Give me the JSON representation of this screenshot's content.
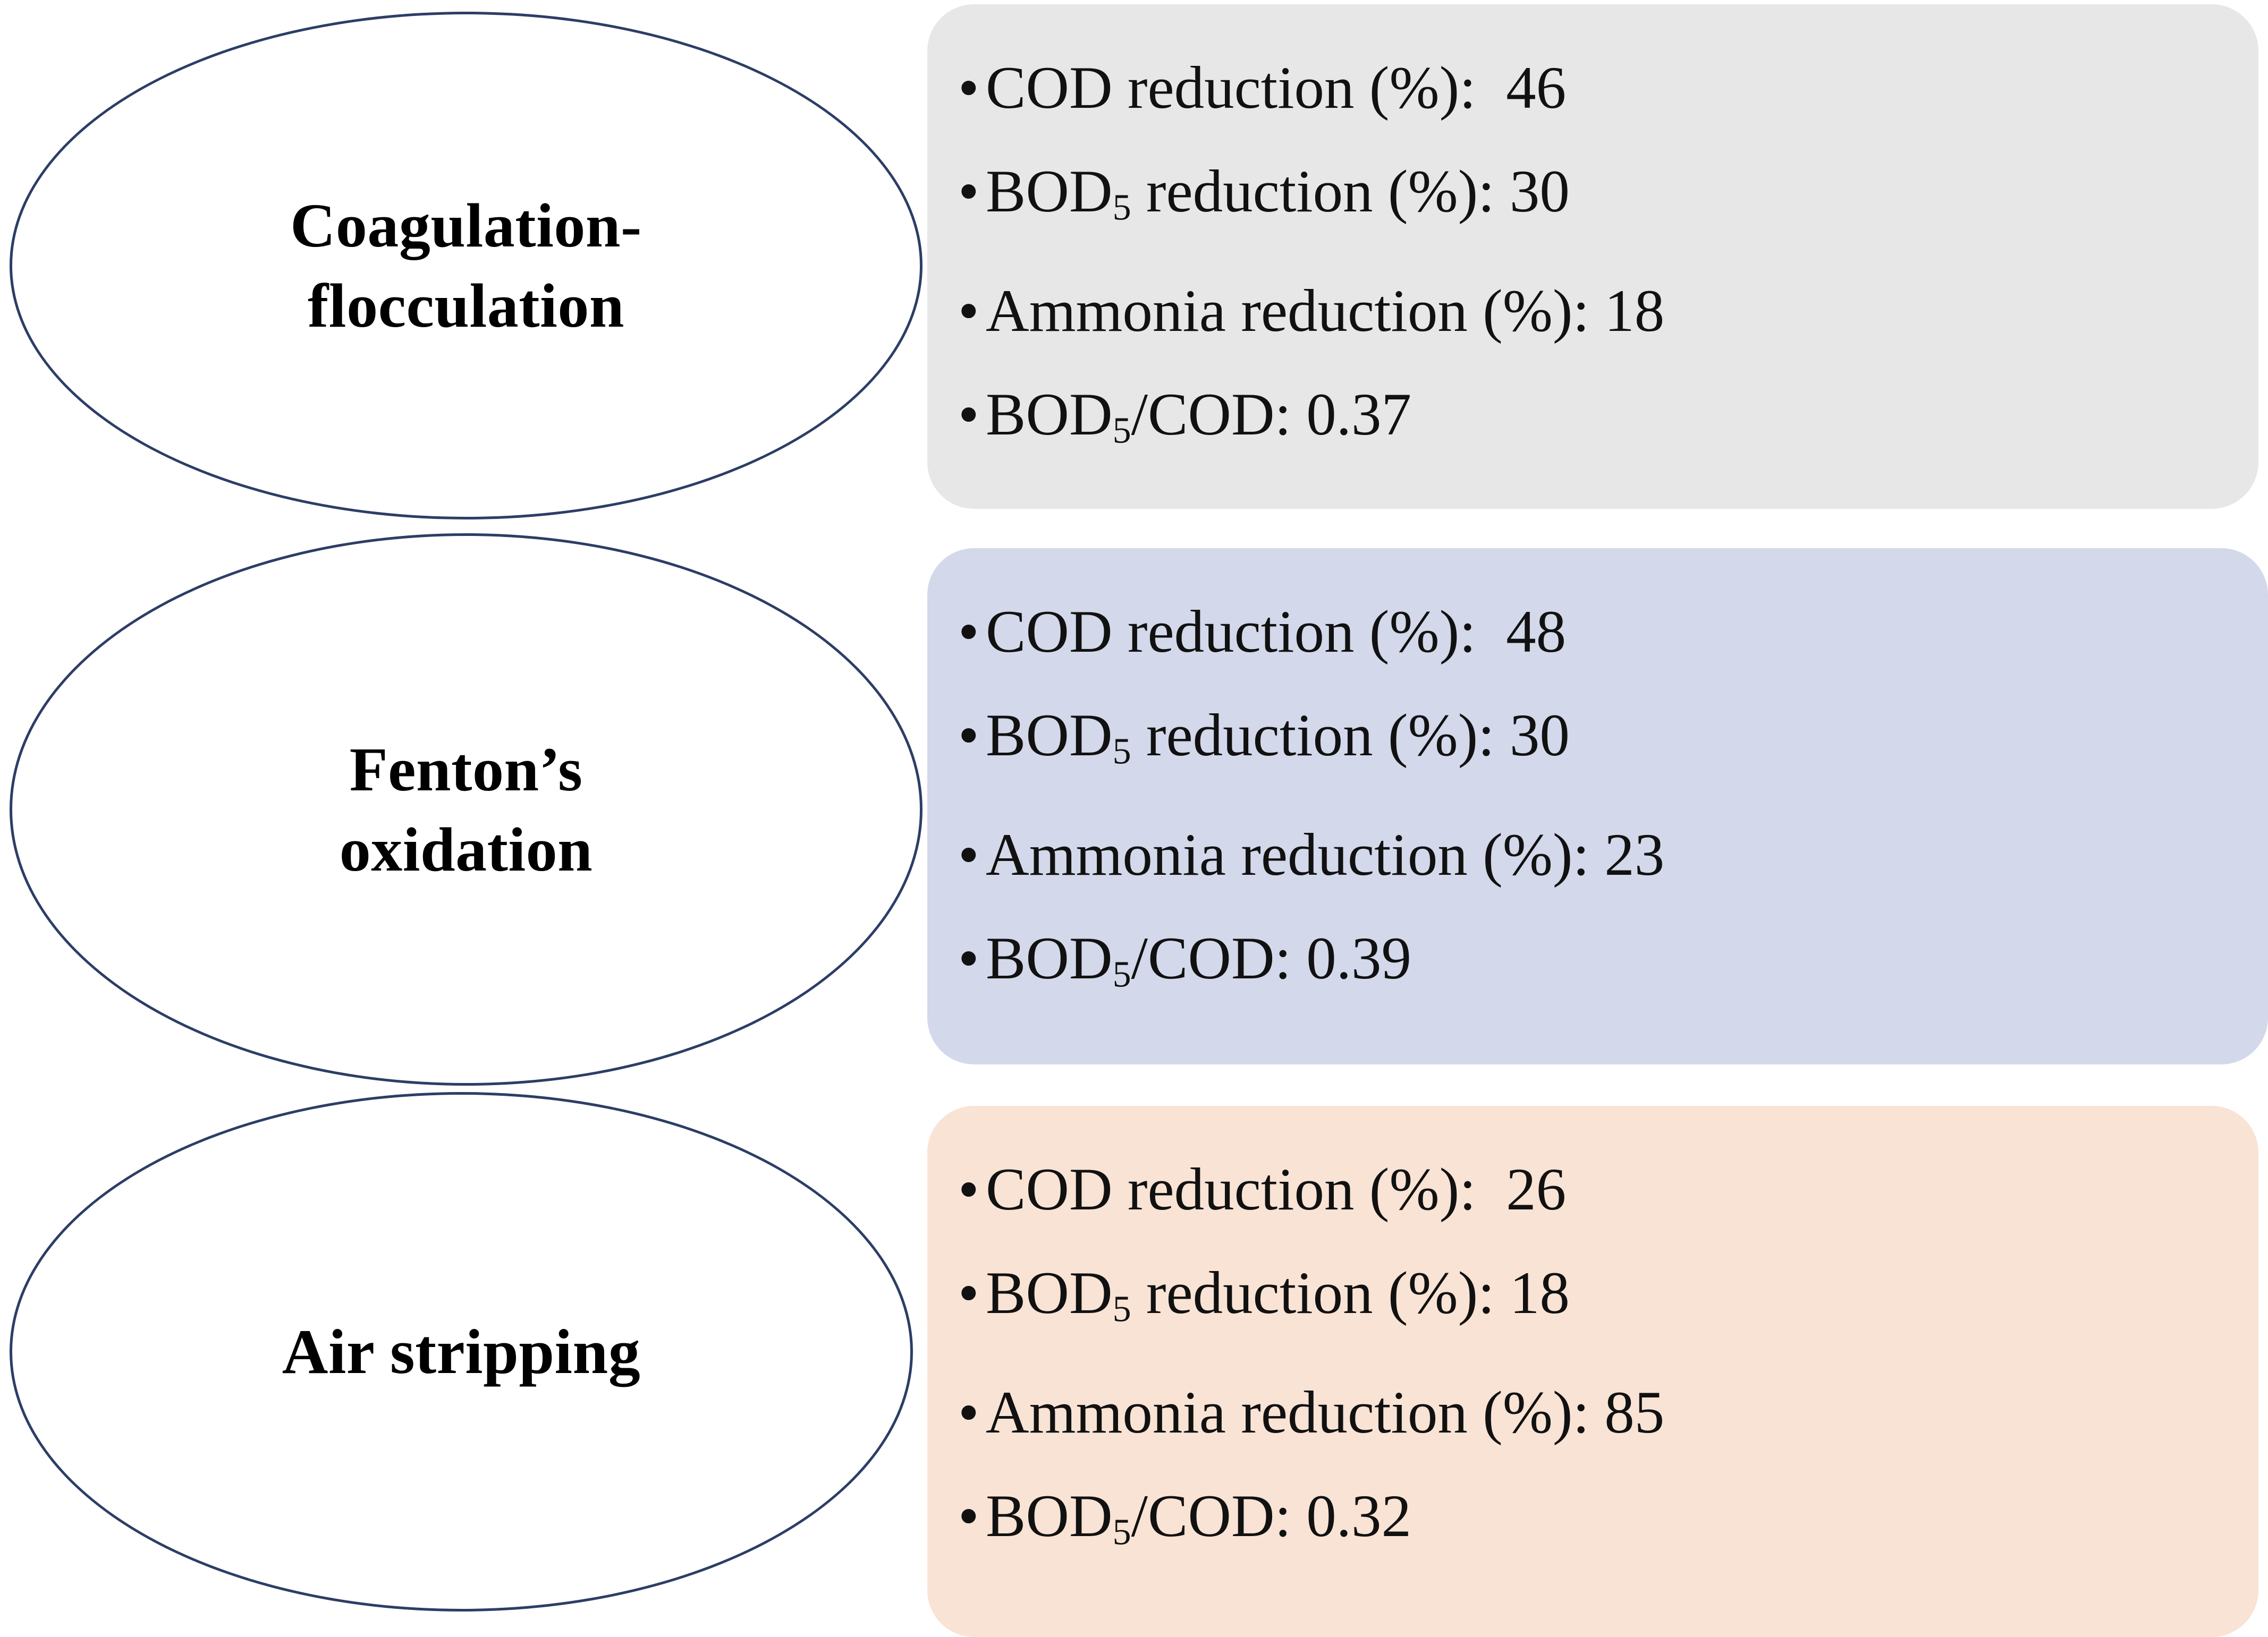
{
  "diagram": {
    "type": "process-results-flow",
    "palette": {
      "ellipse_border": "#2C3E66",
      "panel_gray": "#E7E7E7",
      "panel_blue": "#D3D8EA",
      "panel_peach": "#F9E3D5",
      "text": "#111111"
    },
    "bullet_glyph": "•",
    "rows": [
      {
        "process": "Coagulation-\nflocculation",
        "panel_color": "#E7E7E7",
        "metrics": [
          {
            "label": "COD reduction (%):",
            "value": "46",
            "sub": ""
          },
          {
            "label": "BOD",
            "sub": "5",
            "label_rest": " reduction (%):",
            "value": "30"
          },
          {
            "label": "Ammonia reduction (%):",
            "value": "18",
            "sub": ""
          },
          {
            "label": "BOD",
            "sub": "5",
            "label_rest": "/COD:",
            "value": "0.37"
          }
        ],
        "lines": [
          "COD reduction (%):  46",
          "BOD5 reduction (%): 30",
          "Ammonia reduction (%): 18",
          "BOD5/COD: 0.37"
        ]
      },
      {
        "process": "Fenton’s\noxidation",
        "panel_color": "#D3D8EA",
        "metrics": [
          {
            "label": "COD reduction (%):",
            "value": "48",
            "sub": ""
          },
          {
            "label": "BOD",
            "sub": "5",
            "label_rest": " reduction (%):",
            "value": "30"
          },
          {
            "label": "Ammonia reduction (%):",
            "value": "23",
            "sub": ""
          },
          {
            "label": "BOD",
            "sub": "5",
            "label_rest": "/COD:",
            "value": "0.39"
          }
        ],
        "lines": [
          "COD reduction (%):  48",
          "BOD5 reduction (%): 30",
          "Ammonia reduction (%): 23",
          "BOD5/COD: 0.39"
        ]
      },
      {
        "process": "Air stripping",
        "panel_color": "#F9E3D5",
        "metrics": [
          {
            "label": "COD reduction (%):",
            "value": "26",
            "sub": ""
          },
          {
            "label": "BOD",
            "sub": "5",
            "label_rest": " reduction (%):",
            "value": "18"
          },
          {
            "label": "Ammonia reduction (%):",
            "value": "85",
            "sub": ""
          },
          {
            "label": "BOD",
            "sub": "5",
            "label_rest": "/COD:",
            "value": "0.32"
          }
        ],
        "lines": [
          "COD reduction (%):  26",
          "BOD5 reduction (%): 18",
          "Ammonia reduction (%): 85",
          "BOD5/COD: 0.32"
        ]
      }
    ]
  }
}
